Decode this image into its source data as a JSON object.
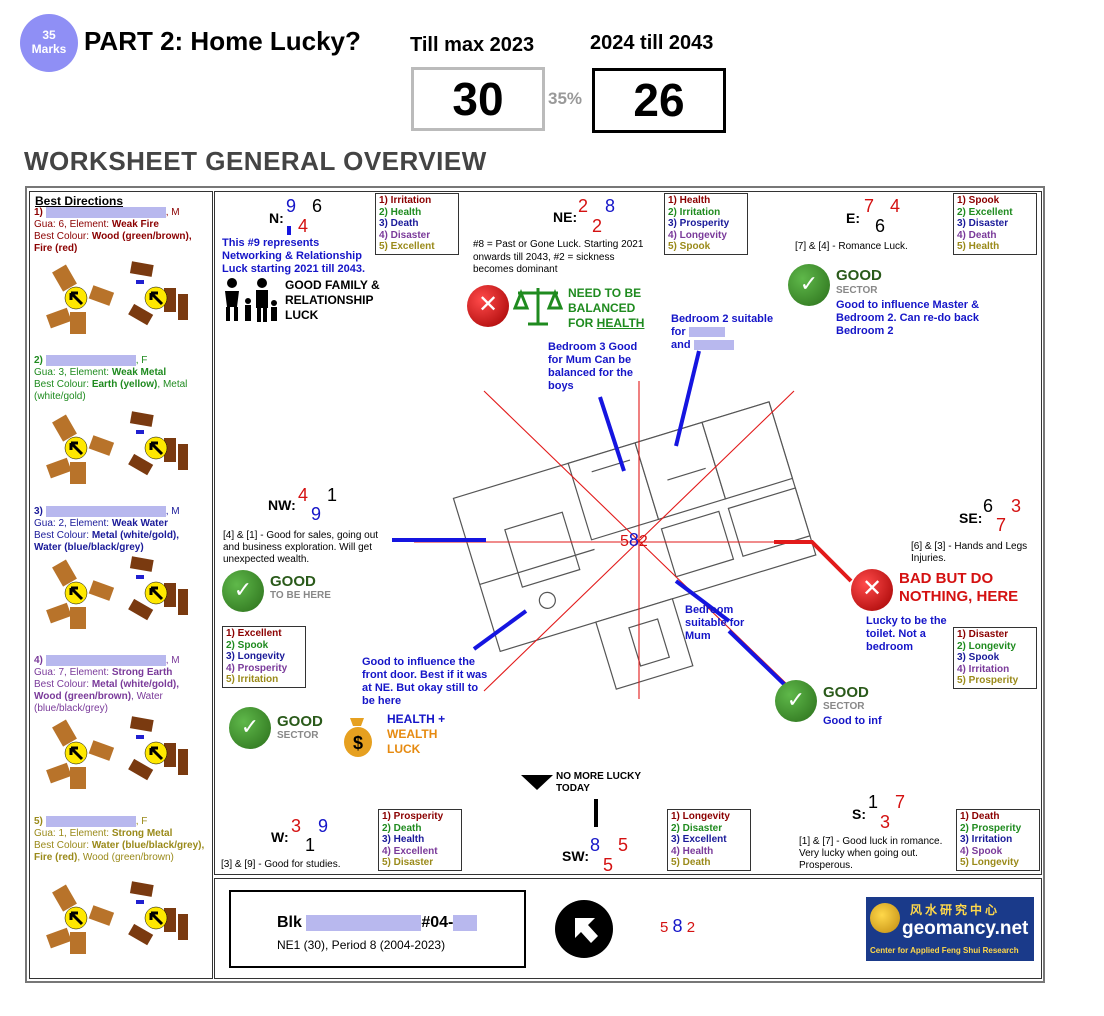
{
  "header": {
    "marks_num": "35",
    "marks_label": "Marks",
    "title": "PART 2:  Home Lucky?",
    "col1": "Till max 2023",
    "col2": "2024 till 2043",
    "score1": "30",
    "percent": "35%",
    "score2": "26",
    "worksheet_title": "WORKSHEET GENERAL OVERVIEW"
  },
  "sidebar": {
    "title": "Best Directions",
    "persons": [
      {
        "num": "1)",
        "suffix": ", M",
        "gua": "Gua: 6, Element: ",
        "element": "Weak Fire",
        "colour_label": "Best Colour: ",
        "colour": "Wood (green/brown), Fire (red)",
        "extra": ""
      },
      {
        "num": "2)",
        "suffix": ", F",
        "gua": "Gua: 3, Element: ",
        "element": "Weak Metal",
        "colour_label": "Best Colour: ",
        "colour": "Earth (yellow)",
        "extra": ", Metal (white/gold)"
      },
      {
        "num": "3)",
        "suffix": ", M",
        "gua": "Gua: 2, Element: ",
        "element": "Weak Water",
        "colour_label": "Best Colour: ",
        "colour": "Metal (white/gold), Water (blue/black/grey)",
        "extra": ""
      },
      {
        "num": "4)",
        "suffix": ", M",
        "gua": "Gua: 7, Element: ",
        "element": "Strong Earth",
        "colour_label": "Best Colour: ",
        "colour": "Metal (white/gold), Wood (green/brown)",
        "extra": ", Water (blue/black/grey)"
      },
      {
        "num": "5)",
        "suffix": ", F",
        "gua": "Gua: 1, Element: ",
        "element": "Strong Metal",
        "colour_label": "Best Colour: ",
        "colour": "Water (blue/black/grey), Fire (red)",
        "extra": ", Wood (green/brown)"
      }
    ]
  },
  "sectors": {
    "N": {
      "label": "N",
      "d1": "9",
      "d2": "6",
      "d3": "4",
      "stars": [
        "1) Irritation",
        "2) Health",
        "3) Death",
        "4) Disaster",
        "5) Excellent"
      ]
    },
    "NE": {
      "label": "NE",
      "d1": "2",
      "d2": "8",
      "d3": "2",
      "stars": [
        "1) Health",
        "2) Irritation",
        "3) Prosperity",
        "4) Longevity",
        "5) Spook"
      ]
    },
    "E": {
      "label": "E",
      "d1": "7",
      "d2": "4",
      "d3": "6",
      "stars": [
        "1) Spook",
        "2) Excellent",
        "3) Disaster",
        "4) Death",
        "5) Health"
      ]
    },
    "NW": {
      "label": "NW",
      "d1": "4",
      "d2": "1",
      "d3": "9",
      "stars": [
        "1) Excellent",
        "2) Spook",
        "3) Longevity",
        "4) Prosperity",
        "5) Irritation"
      ]
    },
    "SE": {
      "label": "SE",
      "d1": "6",
      "d2": "3",
      "d3": "7",
      "stars": [
        "1) Disaster",
        "2) Longevity",
        "3) Spook",
        "4) Irritation",
        "5) Prosperity"
      ]
    },
    "W": {
      "label": "W",
      "d1": "3",
      "d2": "9",
      "d3": "1",
      "stars": [
        "1) Prosperity",
        "2) Death",
        "3) Health",
        "4) Excellent",
        "5) Disaster"
      ]
    },
    "SW": {
      "label": "SW",
      "d1": "8",
      "d2": "5",
      "d3": "5",
      "stars": [
        "1) Longevity",
        "2) Disaster",
        "3) Excellent",
        "4) Health",
        "5) Death"
      ]
    },
    "S": {
      "label": "S",
      "d1": "1",
      "d2": "7",
      "d3": "3",
      "stars": [
        "1) Death",
        "2) Prosperity",
        "3) Irritation",
        "4) Spook",
        "5) Longevity"
      ]
    }
  },
  "notes": {
    "n_9": "This #9 represents Networking & Relationship Luck starting 2021 till 2043.",
    "good_family": "GOOD FAMILY & RELATIONSHIP LUCK",
    "ne_note": "#8 = Past or Gone Luck. Starting 2021 onwards till 2043, #2 = sickness becomes dominant",
    "balance1": "NEED TO BE",
    "balance2": "BALANCED",
    "balance3": "FOR ",
    "balance4": "HEALTH",
    "e_note": "[7] & [4] - Romance Luck.",
    "good": "GOOD",
    "sector": "SECTOR",
    "to_be_here": "TO BE HERE",
    "e_influence": "Good to influence Master & Bedroom 2. Can re-do back Bedroom 2",
    "bed2_a": "Bedroom 2 suitable",
    "bed2_b": "for",
    "bed2_c": "and",
    "bed3": "Bedroom 3 Good for Mum Can be balanced for the boys",
    "nw_note": "[4] & [1] - Good for sales, going out and business exploration. Will get unexpected wealth.",
    "se_note": "[6] & [3] - Hands and Legs Injuries.",
    "bad": "BAD BUT DO NOTHING, HERE",
    "toilet": "Lucky to be the toilet. Not a bedroom",
    "bed_mum": "Bedroom suitable for Mum",
    "front_door": "Good to influence the front door. Best if it was at NE. But okay still to be here",
    "health_wealth1": "HEALTH +",
    "health_wealth2": "WEALTH",
    "health_wealth3": "LUCK",
    "good_to_inf": "Good to inf",
    "no_more": "NO MORE LUCKY TODAY",
    "w_note": "[3] & [9] - Good for studies.",
    "s_note": "[1] & [7] - Good luck in romance. Very lucky when going out. Prosperous.",
    "center_a": "5",
    "center_b": "8",
    "center_c": "2"
  },
  "footer": {
    "blk": "Blk",
    "unit": "#04-",
    "line2": "NE1 (30), Period 8 (2004-2023)",
    "digits": [
      "5",
      "8",
      "2"
    ],
    "logo_cn": "风水研究中心",
    "logo_main": "geomancy.net",
    "logo_sub": "Center for Applied Feng Shui Research"
  }
}
